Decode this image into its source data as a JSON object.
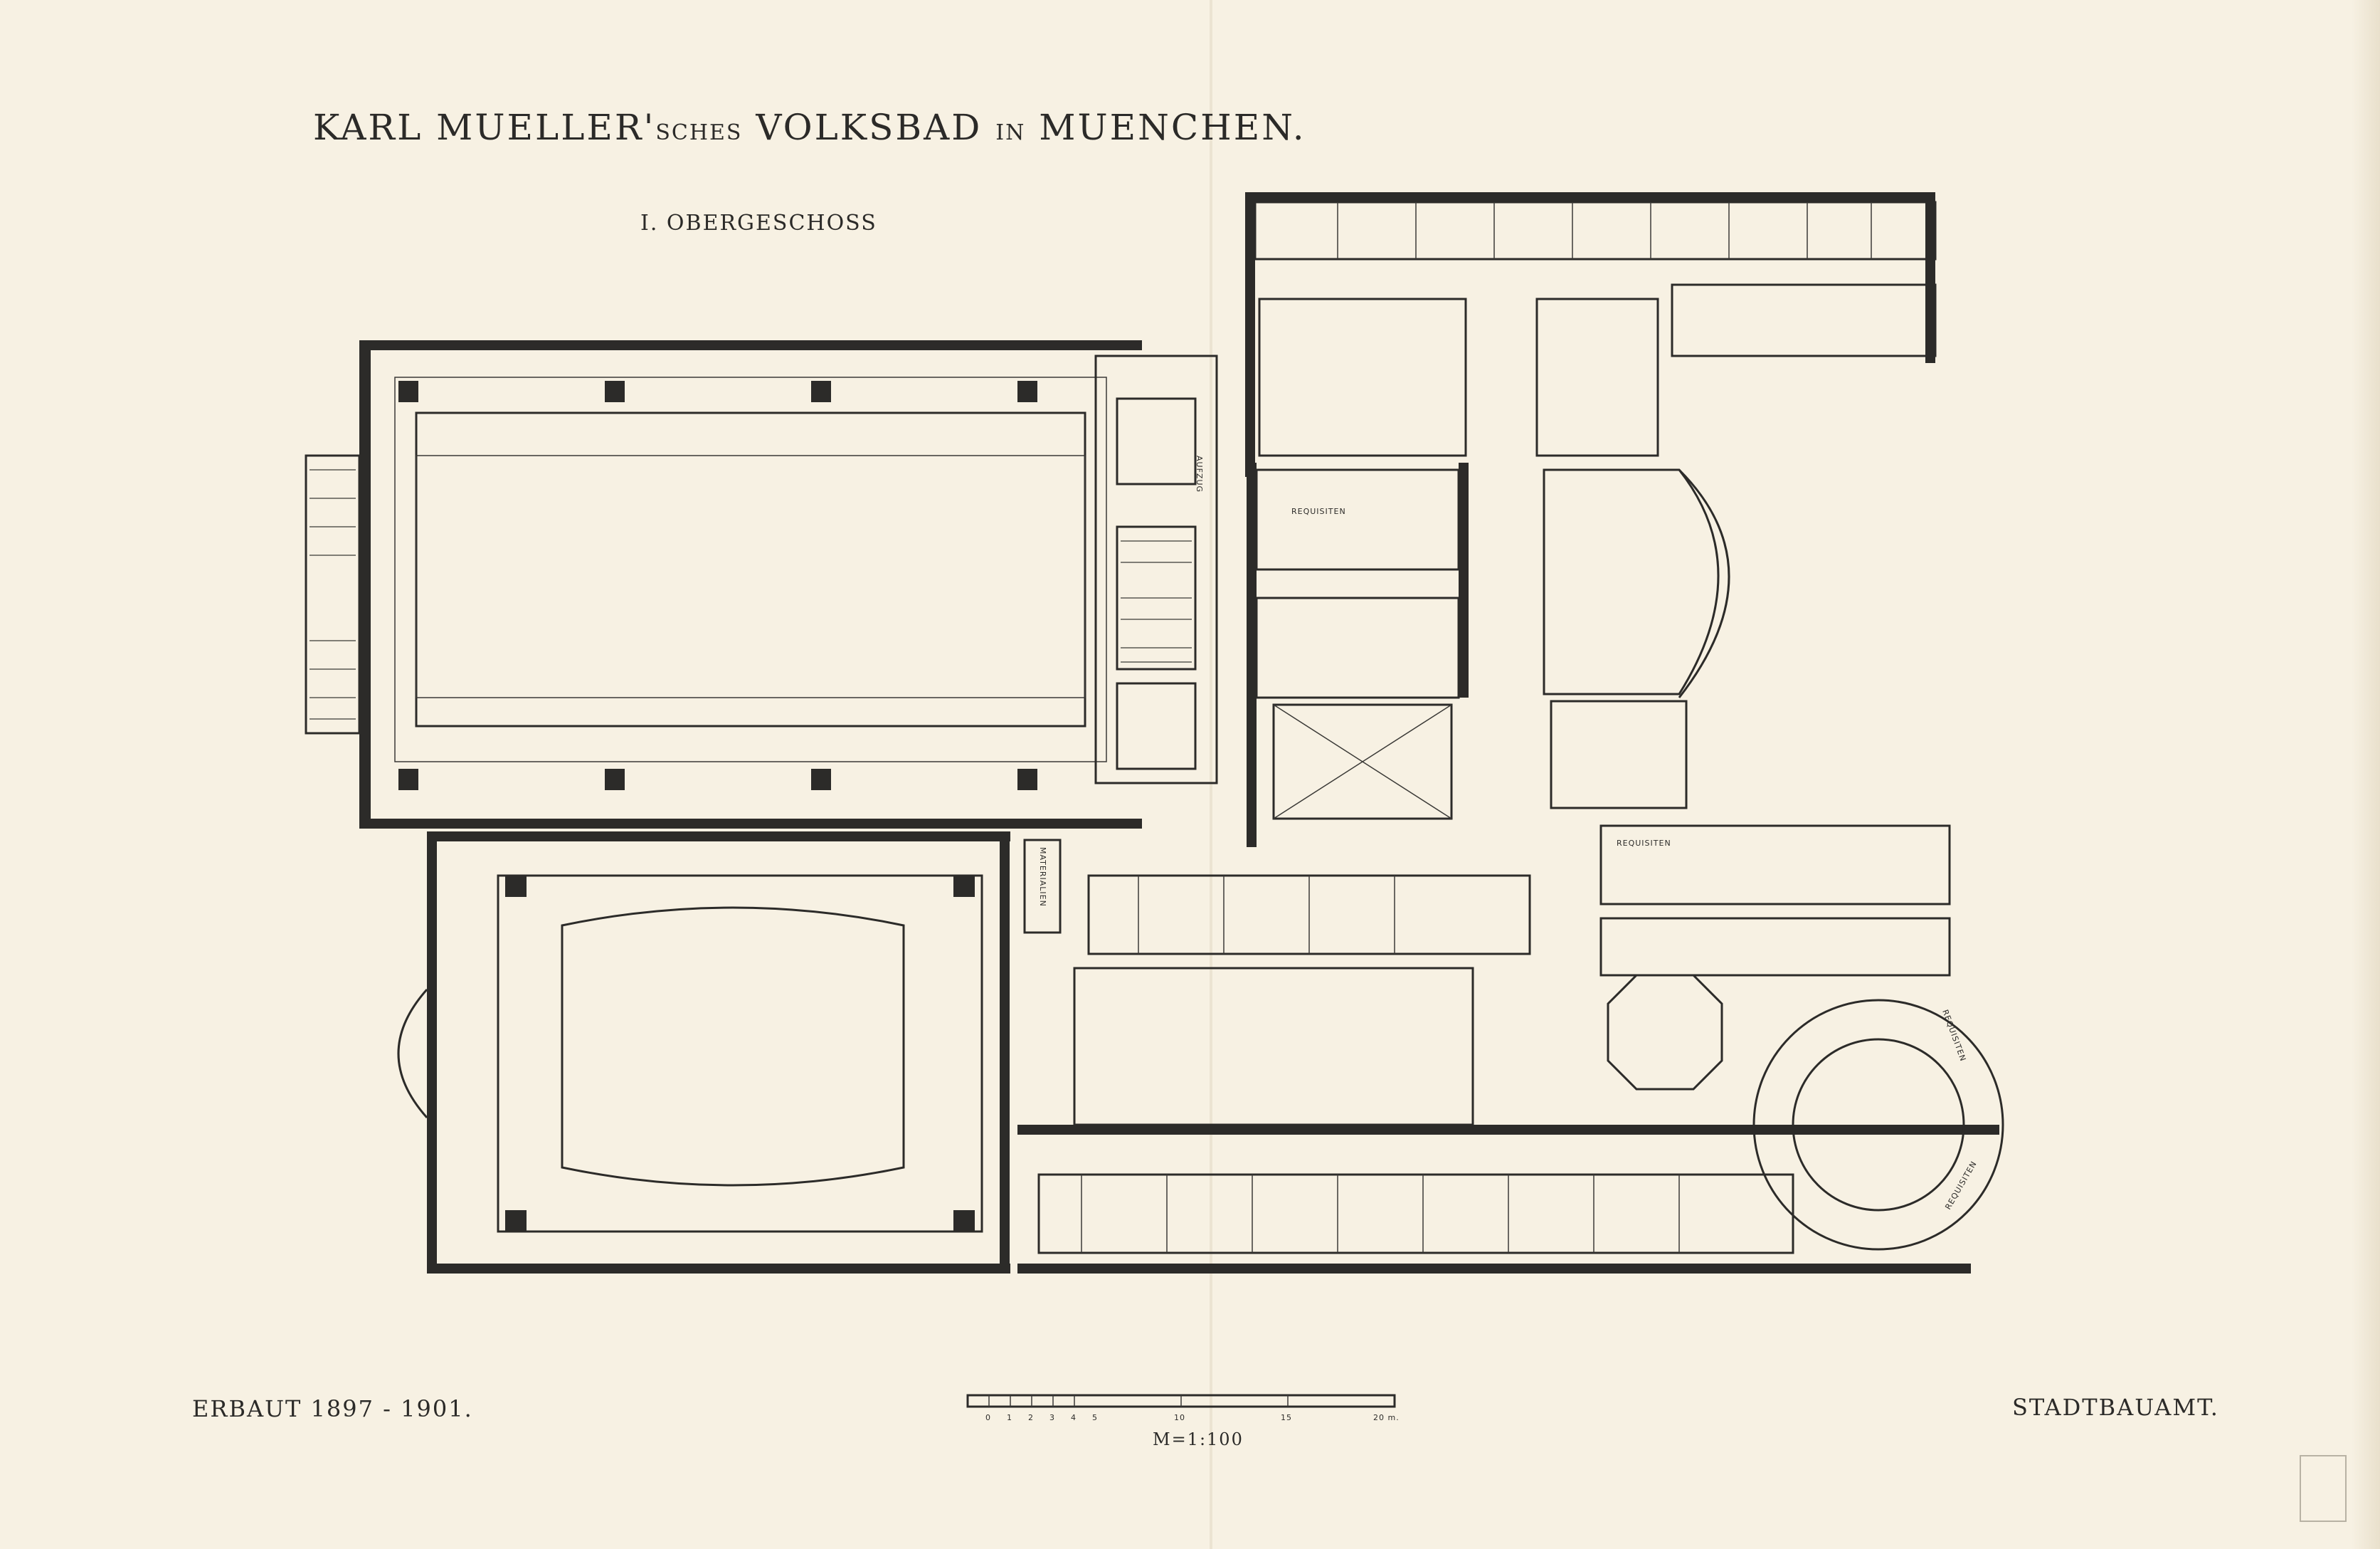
{
  "title": {
    "part1": "KARL MUELLER'",
    "part2": "SCHES",
    "part3": "VOLKSBAD",
    "part4": "IN",
    "part5": "MUENCHEN."
  },
  "floor_label": "I. OBERGESCHOSS",
  "built": "ERBAUT 1897 - 1901.",
  "office": "STADTBAUAMT.",
  "scale": {
    "label": "M=1:100",
    "ticks": [
      "0",
      "1",
      "2",
      "3",
      "4",
      "5",
      "10",
      "15",
      "20 m."
    ]
  },
  "room_labels": {
    "requisiten_1": "REQUISITEN",
    "requisiten_2": "REQUISITEN",
    "requisiten_3": "REQUISITEN",
    "requisiten_4": "REQUISITEN",
    "materialien": "MATERIALIEN",
    "aufzug": "AUFZUG"
  },
  "colors": {
    "ink": "#2c2b29",
    "paper": "#f7f1e3"
  }
}
